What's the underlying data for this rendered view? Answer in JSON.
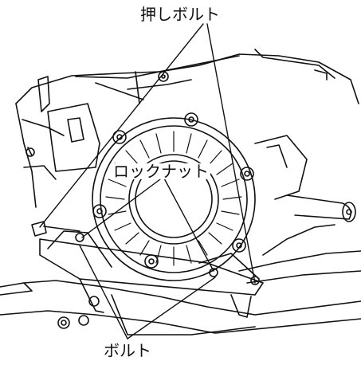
{
  "labels": {
    "push_bolt": "押しボルト",
    "lock_nut": "ロックナット",
    "bolt": "ボルト"
  },
  "colors": {
    "line": "#111111",
    "background": "#ffffff"
  }
}
